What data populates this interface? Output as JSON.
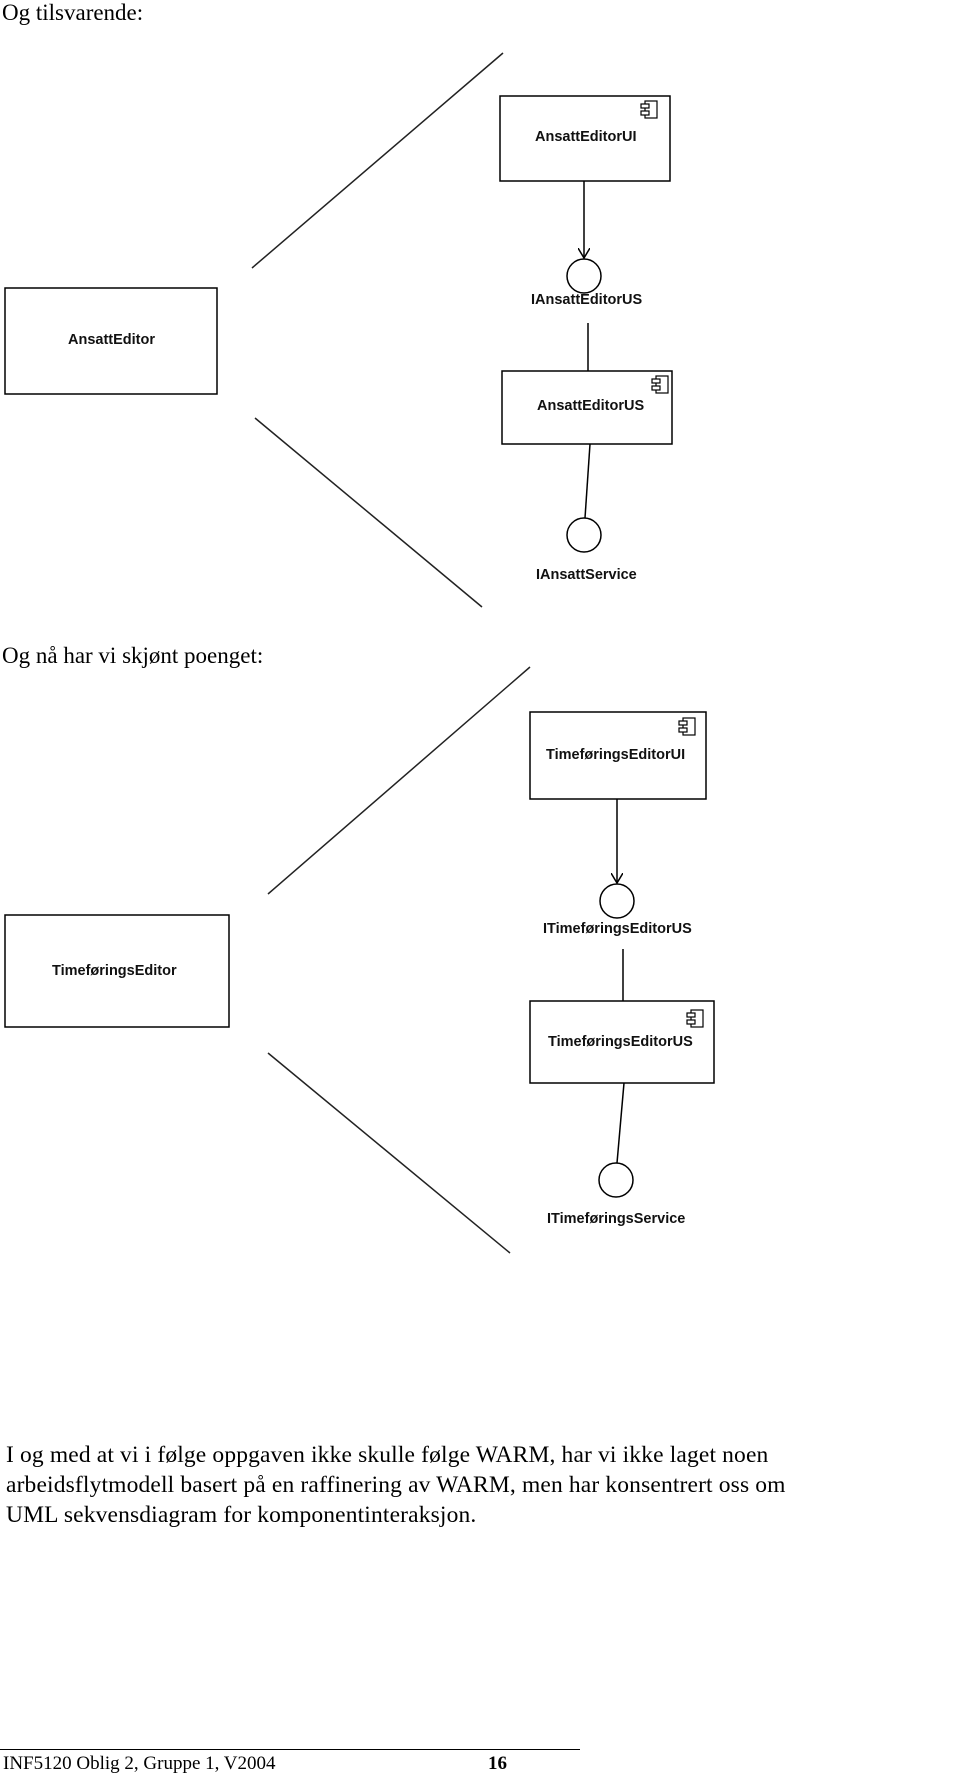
{
  "heading_1": "Og tilsvarende:",
  "diagram_1": {
    "left_component": "AnsattEditor",
    "ui_component": "AnsattEditorUI",
    "ui_interface": "IAnsattEditorUS",
    "us_component": "AnsattEditorUS",
    "service_interface": "IAnsattService"
  },
  "heading_2": "Og nå har vi skjønt poenget:",
  "diagram_2": {
    "left_component": "TimeføringsEditor",
    "ui_component": "TimeføringsEditorUI",
    "ui_interface": "ITimeføringsEditorUS",
    "us_component": "TimeføringsEditorUS",
    "service_interface": "ITimeføringsService"
  },
  "paragraph": {
    "line_1": "I og med at vi i følge oppgaven ikke skulle følge WARM, har vi ikke laget noen",
    "line_2": "arbeidsflytmodell basert på en raffinering av WARM, men har konsentrert oss om",
    "line_3": "UML sekvensdiagram for komponentinteraksjon."
  },
  "footer": {
    "left": "INF5120 Oblig 2, Gruppe 1, V2004",
    "page_number": "16"
  }
}
